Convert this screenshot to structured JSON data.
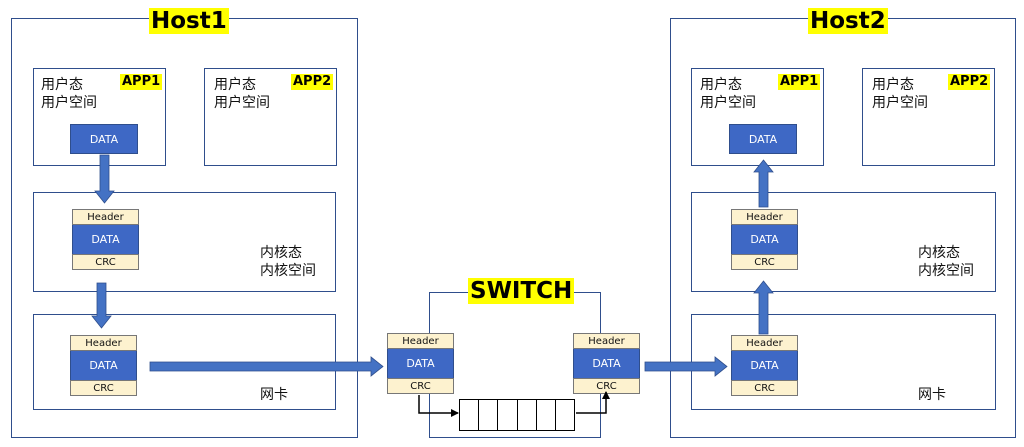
{
  "host1": {
    "title": "Host1",
    "app1": {
      "tag": "APP1",
      "line1": "用户态",
      "line2": "用户空间",
      "data": "DATA"
    },
    "app2": {
      "tag": "APP2",
      "line1": "用户态",
      "line2": "用户空间"
    },
    "kernel": {
      "line1": "内核态",
      "line2": "内核空间",
      "packet": {
        "header": "Header",
        "data": "DATA",
        "crc": "CRC"
      }
    },
    "nic": {
      "label": "网卡",
      "packet": {
        "header": "Header",
        "data": "DATA",
        "crc": "CRC"
      }
    }
  },
  "switch": {
    "title": "SWITCH",
    "in_packet": {
      "header": "Header",
      "data": "DATA",
      "crc": "CRC"
    },
    "out_packet": {
      "header": "Header",
      "data": "DATA",
      "crc": "CRC"
    },
    "queue_cells": 6
  },
  "host2": {
    "title": "Host2",
    "app1": {
      "tag": "APP1",
      "line1": "用户态",
      "line2": "用户空间",
      "data": "DATA"
    },
    "app2": {
      "tag": "APP2",
      "line1": "用户态",
      "line2": "用户空间"
    },
    "kernel": {
      "line1": "内核态",
      "line2": "内核空间",
      "packet": {
        "header": "Header",
        "data": "DATA",
        "crc": "CRC"
      }
    },
    "nic": {
      "label": "网卡",
      "packet": {
        "header": "Header",
        "data": "DATA",
        "crc": "CRC"
      }
    }
  },
  "colors": {
    "box_border": "#2f4e8c",
    "data_fill": "#3e68c5",
    "header_fill": "#fdf2cf",
    "highlight": "#ffff00",
    "arrow": "#4472c4"
  }
}
